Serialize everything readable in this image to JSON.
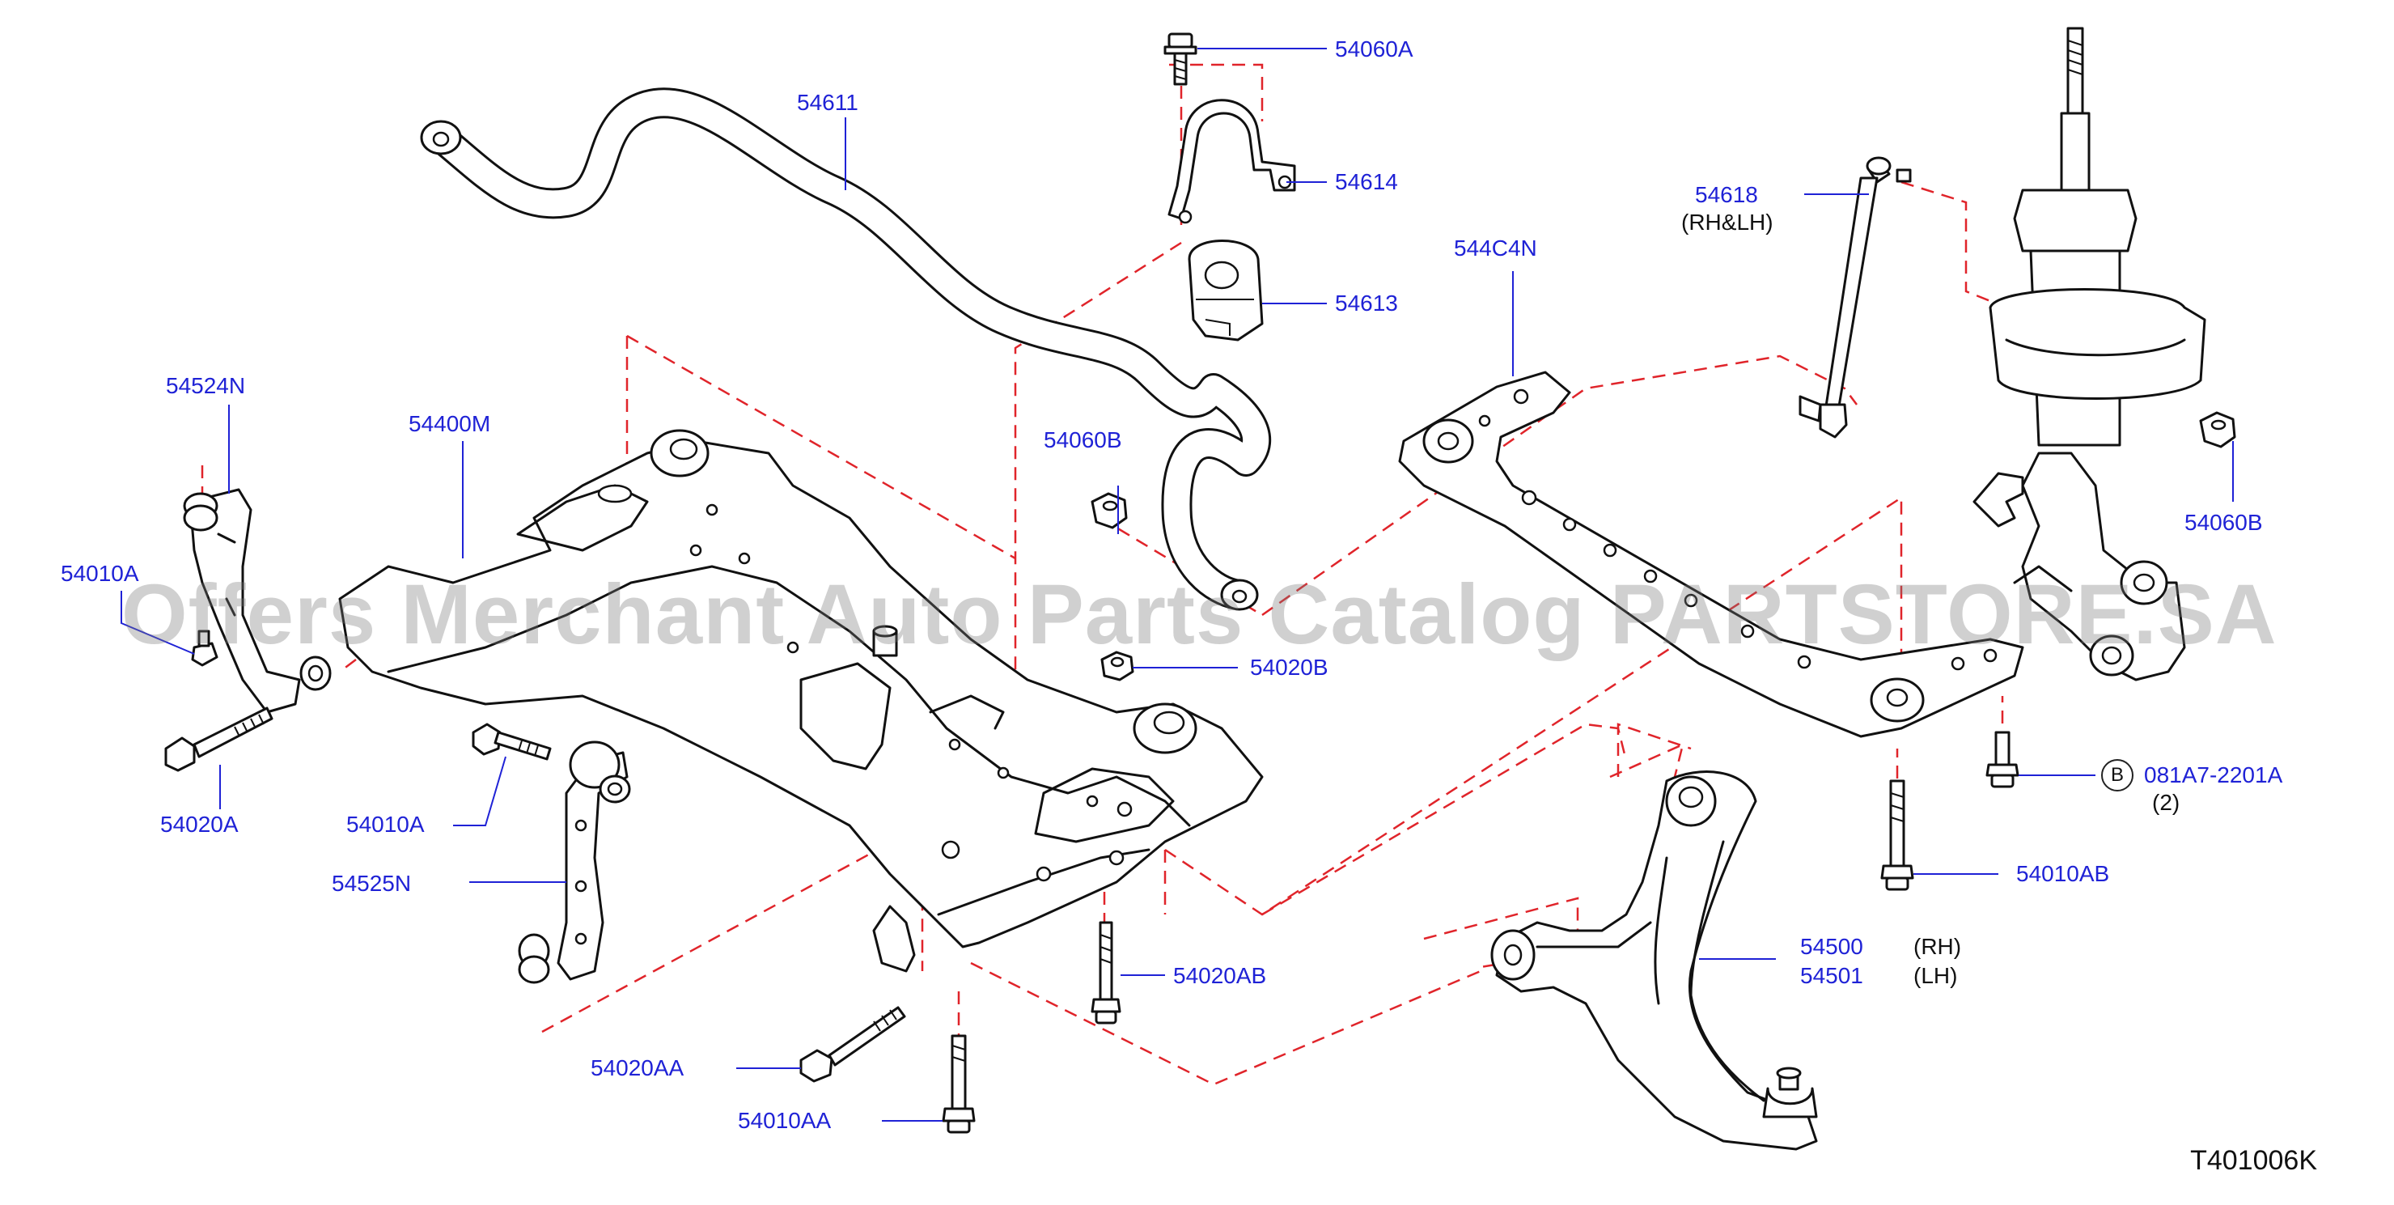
{
  "watermark": "Offers Merchant Auto Parts Catalog PARTSTORE.SA",
  "diagram_code": "T401006K",
  "badge_letter": "B",
  "colors": {
    "label": "#1f22d6",
    "leader": "#1f22d6",
    "dash": "#e0242a",
    "line": "#111111"
  },
  "labels": {
    "l54060A": "54060A",
    "l54611": "54611",
    "l54614": "54614",
    "l54613": "54613",
    "l54618": "54618",
    "l54618_sub": "(RH&LH)",
    "l544C4N": "544C4N",
    "l54524N": "54524N",
    "l54400M": "54400M",
    "l54060B_a": "54060B",
    "l54060B_b": "54060B",
    "l54010A_a": "54010A",
    "l54020B": "54020B",
    "l081A7": "081A7-2201A",
    "l081A7_qty": "(2)",
    "l54020A": "54020A",
    "l54010A_b": "54010A",
    "l54010AB": "54010AB",
    "l54525N": "54525N",
    "l54500": "54500",
    "l54500_side": "(RH)",
    "l54501": "54501",
    "l54501_side": "(LH)",
    "l54020AB": "54020AB",
    "l54020AA": "54020AA",
    "l54010AA": "54010AA"
  }
}
